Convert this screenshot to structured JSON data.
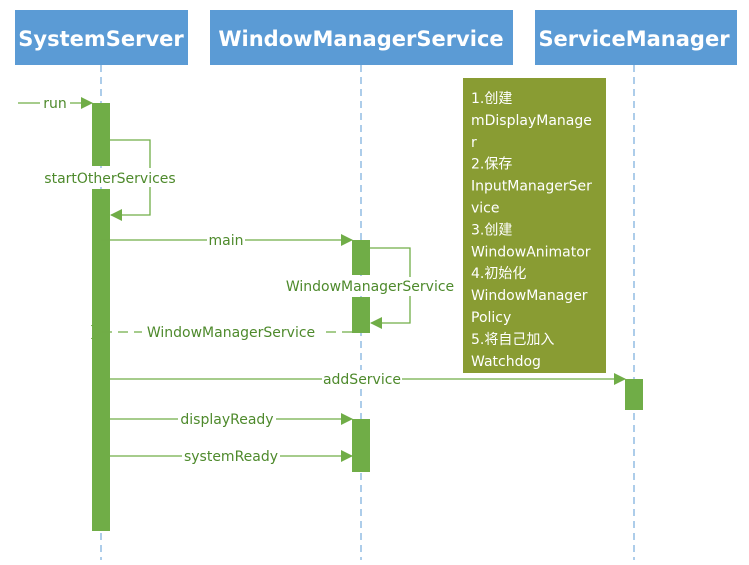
{
  "participants": [
    "SystemServer",
    "WindowManagerService",
    "ServiceManager"
  ],
  "messages": {
    "run": "run",
    "start_other_services": "startOtherServices",
    "main": "main",
    "wms_self": "WindowManagerService",
    "wms_return": "WindowManagerService",
    "add_service": "addService",
    "display_ready": "displayReady",
    "system_ready": "systemReady"
  },
  "note_lines": [
    "1.创建",
    "mDisplayManage",
    "r",
    "2.保存",
    "InputManagerSer",
    "vice",
    "3.创建",
    "WindowAnimator",
    "4.初始化",
    "WindowManager",
    "Policy",
    "5.将自己加入",
    "Watchdog"
  ],
  "colors": {
    "header": "#5b9bd5",
    "activation": "#70ad47",
    "note": "#899c33"
  }
}
